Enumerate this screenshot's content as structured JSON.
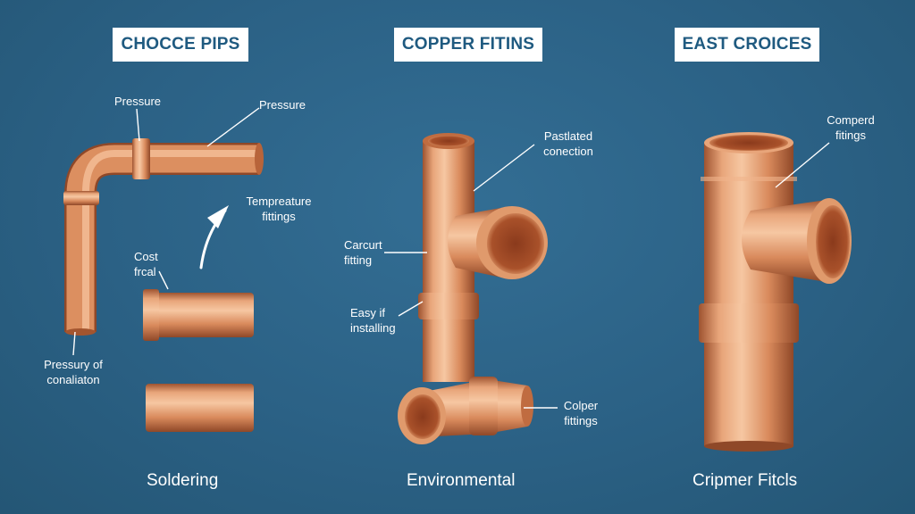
{
  "panels": [
    {
      "heading": "CHOCCE PIPS",
      "caption": "Soldering"
    },
    {
      "heading": "COPPER FITINS",
      "caption": "Environmental"
    },
    {
      "heading": "EAST CROICES",
      "caption": "Cripmer Fitcls"
    }
  ],
  "callouts": {
    "pressure_1": "Pressure",
    "pressure_2": "Pressure",
    "temperature_1": "Tempreature",
    "temperature_2": "fittings",
    "cost_1": "Cost",
    "cost_2": "frcal",
    "pressury_1": "Pressury of",
    "pressury_2": "conaliaton",
    "pastlated_1": "Pastlated",
    "pastlated_2": "conection",
    "carcurt_1": "Carcurt",
    "carcurt_2": "fitting",
    "easy_1": "Easy if",
    "easy_2": "installing",
    "colper_1": "Colper",
    "colper_2": "fittings",
    "comperd_1": "Comperd",
    "comperd_2": "fitings"
  },
  "colors": {
    "background": "#2c6388",
    "copper": "#d9895a",
    "header_text": "#1f5a80",
    "label_text": "#ffffff"
  }
}
